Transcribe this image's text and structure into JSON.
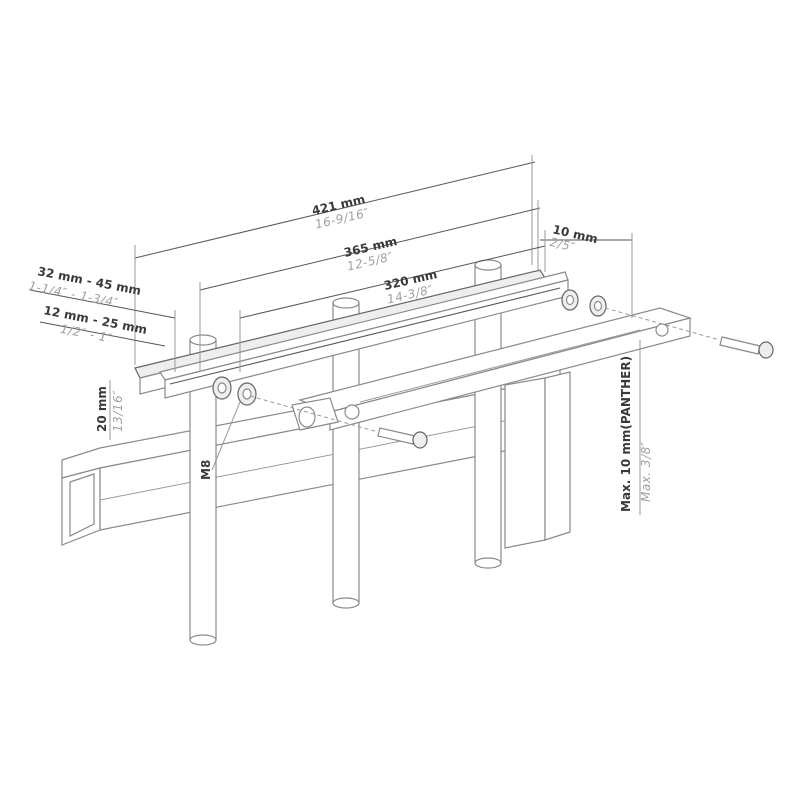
{
  "dimensions": {
    "overall": {
      "mm": "421 mm",
      "inch": "16-9/16″"
    },
    "middle": {
      "mm": "365 mm",
      "inch": "12-5/8″"
    },
    "inner": {
      "mm": "320 mm",
      "inch": "14-3/8″"
    },
    "end_gap": {
      "mm": "10 mm",
      "inch": "2/5″"
    },
    "post_range_large": {
      "mm": "32 mm - 45 mm",
      "inch": "1-1/4″ - 1-3/4″"
    },
    "post_range_small": {
      "mm": "12 mm - 25 mm",
      "inch": "1/2″ - 1″"
    },
    "bar_height": {
      "mm": "20 mm",
      "inch": "13/16″"
    },
    "bolt": {
      "mm": "M8"
    },
    "max_thickness": {
      "mm": "Max. 10 mm(PANTHER)",
      "inch": "Max. 3/8″"
    }
  }
}
